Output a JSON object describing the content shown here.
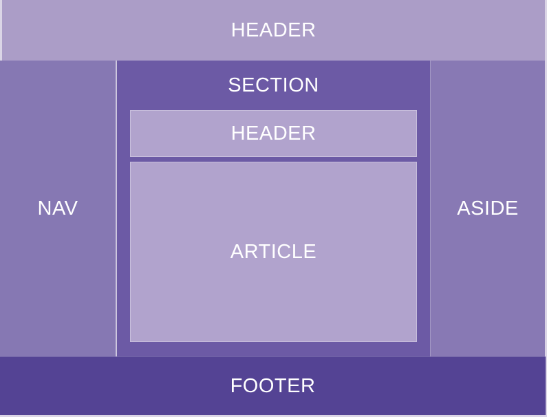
{
  "page": {
    "background": "#dbd5e6",
    "label_text_color": "#ffffff"
  },
  "blocks": {
    "header": {
      "label": "HEADER",
      "bg": "#ab9dc7"
    },
    "nav": {
      "label": "NAV",
      "bg": "#8678b3"
    },
    "section": {
      "label": "SECTION",
      "bg": "#6c5aa5"
    },
    "section_header": {
      "label": "HEADER",
      "bg": "#b1a3cd"
    },
    "article": {
      "label": "ARTICLE",
      "bg": "#b1a3cd"
    },
    "aside": {
      "label": "ASIDE",
      "bg": "#8879b4"
    },
    "footer": {
      "label": "FOOTER",
      "bg": "#544394"
    }
  }
}
